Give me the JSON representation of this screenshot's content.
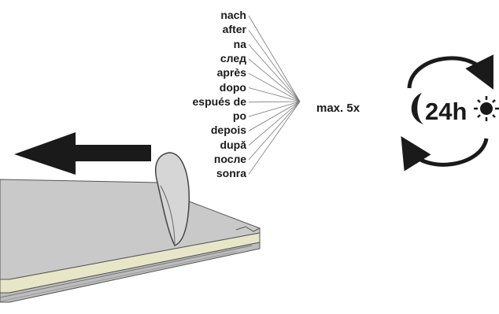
{
  "words": [
    "nach",
    "after",
    "na",
    "след",
    "après",
    "dopo",
    "espués de",
    "po",
    "depois",
    "după",
    "после",
    "sonra"
  ],
  "max_label": "max. 5x",
  "cycle": {
    "label": "24h",
    "night_icon": "crescent-moon-icon",
    "day_icon": "sun-icon",
    "arrows_icon": "circular-arrows-icon"
  },
  "peel_arrow_icon": "left-arrow-icon",
  "colors": {
    "ink": "#1a1a1a",
    "panel_top": "#c8c8c8",
    "panel_edge": "#e6e4c8",
    "curl": "#d9d9d9"
  }
}
